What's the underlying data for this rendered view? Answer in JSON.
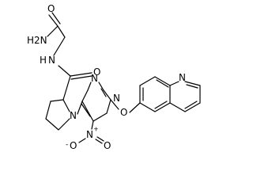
{
  "atoms": {
    "amide_terminal_o": "O",
    "amide_terminal_n": "H2N",
    "amide_linker_n": "N",
    "amide_linker_h": "H",
    "carbonyl_o": "O",
    "pyrrolidine_n": "N",
    "pyrimidine_n_top": "N",
    "pyrimidine_n_right": "N",
    "ether_o": "O",
    "quinoline_n": "N",
    "nitro_n": "N",
    "nitro_n_charge": "+",
    "nitro_o_left": "O",
    "nitro_o_left_charge": "-",
    "nitro_o_right": "O"
  },
  "colors": {
    "bond": "#000000",
    "label": "#000000",
    "background": "#ffffff"
  }
}
